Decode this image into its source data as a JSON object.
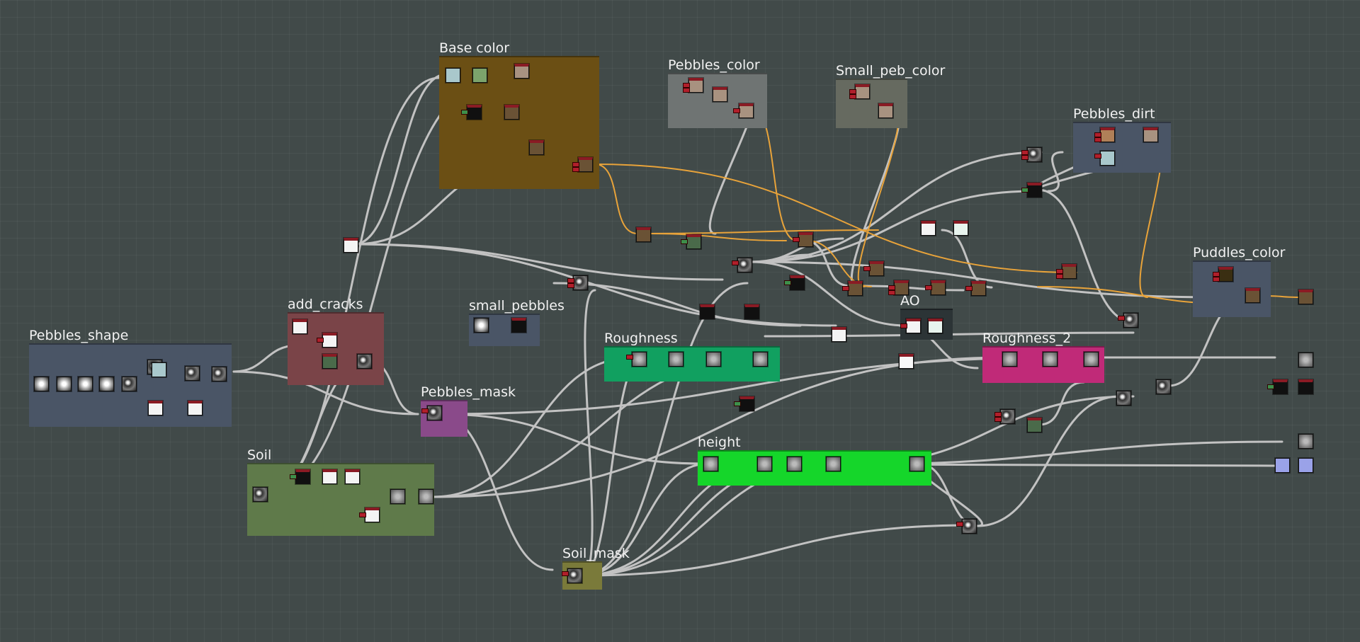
{
  "graph": {
    "frames": [
      {
        "id": "base-color",
        "title": "Base color",
        "color": "#6b4f14"
      },
      {
        "id": "pebbles-color",
        "title": "Pebbles_color",
        "color": "#6f7473"
      },
      {
        "id": "small-peb-color",
        "title": "Small_peb_color",
        "color": "#666a60"
      },
      {
        "id": "pebbles-dirt",
        "title": "Pebbles_dirt",
        "color": "#4a5566"
      },
      {
        "id": "puddles-color",
        "title": "Puddles_color",
        "color": "#4a5566"
      },
      {
        "id": "pebbles-shape",
        "title": "Pebbles_shape",
        "color": "#4a5566"
      },
      {
        "id": "add-cracks",
        "title": "add_cracks",
        "color": "#7a4448"
      },
      {
        "id": "small-pebbles",
        "title": "small_pebbles",
        "color": "#4a5566"
      },
      {
        "id": "roughness",
        "title": "Roughness",
        "color": "#11a060"
      },
      {
        "id": "ao",
        "title": "AO",
        "color": "#2c3436"
      },
      {
        "id": "roughness-2",
        "title": "Roughness_2",
        "color": "#c02a78"
      },
      {
        "id": "pebbles-mask",
        "title": "Pebbles_mask",
        "color": "#8a4a8a"
      },
      {
        "id": "soil",
        "title": "Soil",
        "color": "#5f7a4a"
      },
      {
        "id": "height",
        "title": "height",
        "color": "#15d62a"
      },
      {
        "id": "soil-mask",
        "title": "Soil_mask",
        "color": "#7a7a3a"
      }
    ],
    "node_icons": {
      "noise": "noise-thumbnail-icon",
      "color": "color-thumbnail-icon",
      "mask": "mask-thumbnail-icon",
      "output": "output-node-icon"
    },
    "colors": {
      "canvas": "#414a49",
      "link_gray": "#c2c2c2",
      "link_orange": "#e8a33a",
      "pin_red": "#b11f2b",
      "pin_green": "#3d8f4a",
      "output_blue": "#9aa2e8"
    }
  }
}
